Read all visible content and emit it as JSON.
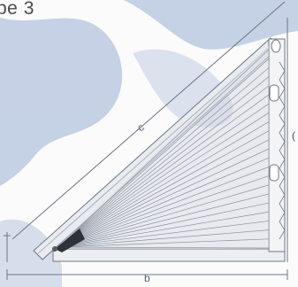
{
  "title": "pe 3",
  "labels": {
    "c": "c",
    "b": "b",
    "side": "("
  },
  "colors": {
    "watermark": "#5b7db6",
    "line": "#6f7784",
    "fabric": "#d9dde3",
    "cord": "#9aa1ab"
  }
}
